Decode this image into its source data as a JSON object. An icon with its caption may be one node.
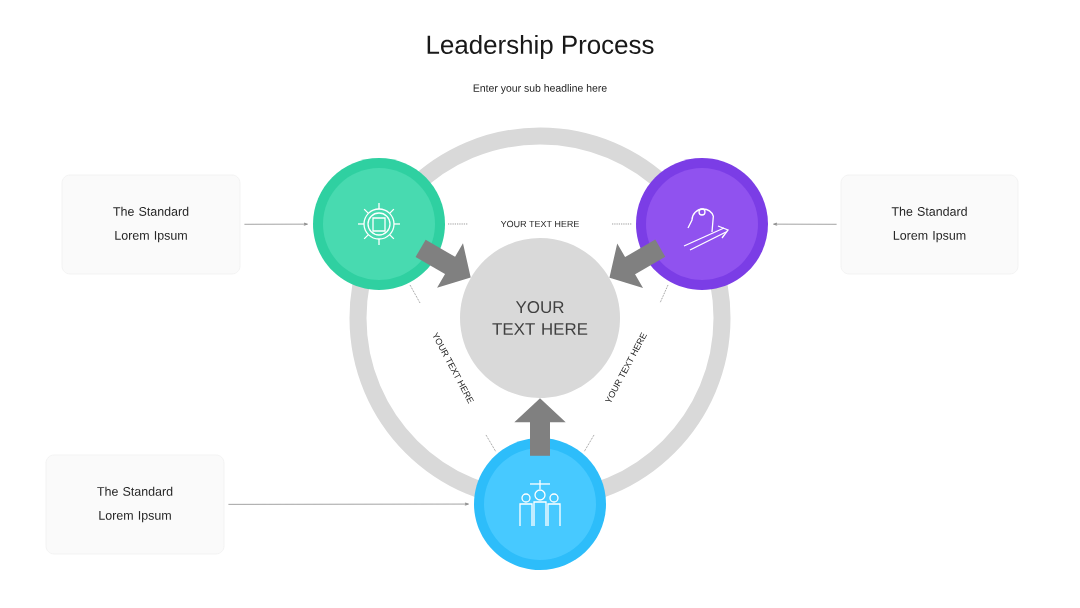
{
  "diagram": {
    "title": "Leadership Process",
    "nodes": [
      {
        "text": [
          "The Standard Lorem Ipsum"
        ]
      },
      {
        "text": [
          "The Standard Lorem Ipsum"
        ]
      },
      {
        "text": [
          "The Standard Lorem Ipsum"
        ]
      },
      {
        "text": [],
        "shape": "circle"
      },
      {
        "text": [],
        "shape": "circle"
      },
      {
        "text": [],
        "shape": "circle"
      },
      {
        "text": [
          "YOUR TEXT HERE"
        ]
      }
    ],
    "edges": [
      {
        "from": 0,
        "to": 3,
        "arrow": "to"
      },
      {
        "from": 1,
        "to": 4,
        "arrow": "to"
      },
      {
        "from": 2,
        "to": 5,
        "arrow": "to"
      },
      {
        "from": 3,
        "to": 6,
        "arrow": "to",
        "style": "thick"
      },
      {
        "from": 4,
        "to": 6,
        "arrow": "to",
        "style": "thick"
      },
      {
        "from": 5,
        "to": 6,
        "arrow": "to",
        "style": "thick"
      }
    ],
    "labels": [
      "Enter your sub headline here",
      "YOUR TEXT HERE",
      "YOUR TEXT HERE",
      "YOUR TEXT HERE"
    ]
  }
}
